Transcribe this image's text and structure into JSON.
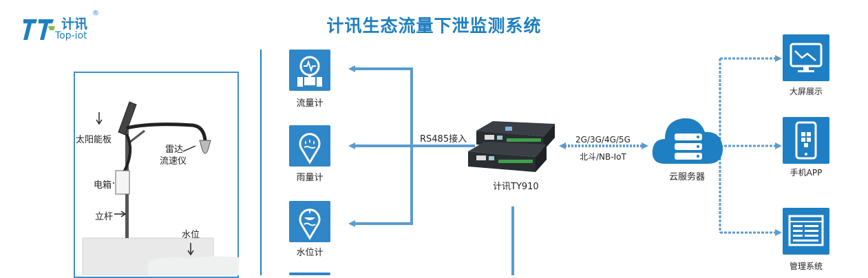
{
  "header": {
    "title": "计讯生态流量下泄监测系统",
    "logo_cn": "计讯",
    "logo_en": "Top-iot",
    "logo_reg": "®"
  },
  "site": {
    "solar_panel": "太阳能板",
    "radar_line1": "雷达",
    "radar_line2": "流速仪",
    "electric_box": "电箱",
    "pole": "立杆",
    "water_level": "水位"
  },
  "sensors": [
    {
      "label": "流量计",
      "icon": "flow-meter-icon"
    },
    {
      "label": "雨量计",
      "icon": "rain-gauge-icon"
    },
    {
      "label": "水位计",
      "icon": "water-level-meter-icon"
    }
  ],
  "links": {
    "rs485": "RS485接入",
    "network_line1": "2G/3G/4G/5G",
    "network_line2": "北斗/NB-IoT"
  },
  "device": {
    "label": "计讯TY910"
  },
  "cloud": {
    "label": "云服务器"
  },
  "outputs": [
    {
      "label": "大屏展示",
      "icon": "monitor-icon"
    },
    {
      "label": "手机APP",
      "icon": "phone-app-icon"
    },
    {
      "label": "管理系统",
      "icon": "management-system-icon"
    }
  ],
  "colors": {
    "brand": "#1e7fc2",
    "connector": "#5b9bd0",
    "tile": "#2f86c8"
  }
}
